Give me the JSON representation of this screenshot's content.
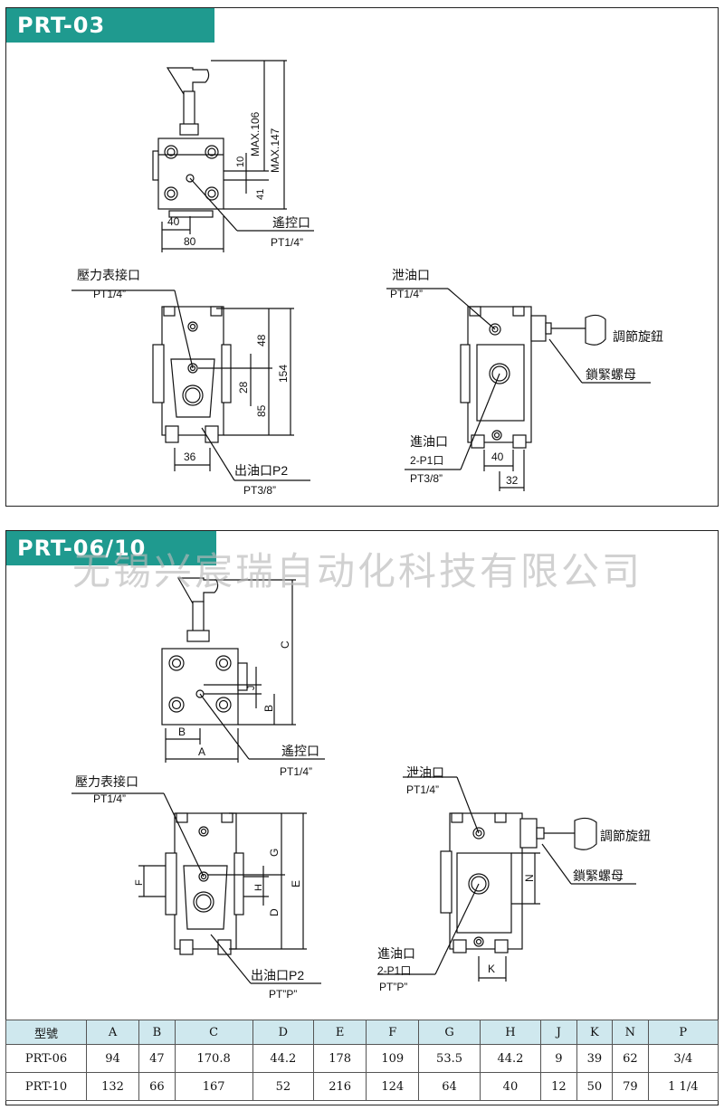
{
  "panel1": {
    "title": "PRT-03",
    "top_view": {
      "dims": [
        "MAX.106",
        "MAX.147",
        "10",
        "41",
        "40",
        "80"
      ],
      "port_label": "遙控口",
      "port_spec": "PT1/4”"
    },
    "front_view": {
      "gauge_label": "壓力表接口",
      "gauge_spec": "PT1/4”",
      "dims": [
        "48",
        "154",
        "28",
        "85",
        "36"
      ],
      "out_label": "出油口P2",
      "out_spec": "PT3/8”"
    },
    "side_view": {
      "drain_label": "泄油口",
      "drain_spec": "PT1/4”",
      "knob_label": "調節旋鈕",
      "nut_label": "鎖緊螺母",
      "in_label": "進油口",
      "in_port": "2-P1口",
      "in_spec": "PT3/8”",
      "dims": [
        "40",
        "32"
      ]
    }
  },
  "panel2": {
    "title": "PRT-06/10",
    "watermark": "无锡兴宸瑞自动化科技有限公司",
    "top_view": {
      "dims": [
        "C",
        "J",
        "B",
        "B",
        "A"
      ],
      "port_label": "遙控口",
      "port_spec": "PT1/4”"
    },
    "front_view": {
      "gauge_label": "壓力表接口",
      "gauge_spec": "PT1/4”",
      "dims": [
        "G",
        "E",
        "H",
        "D",
        "F"
      ],
      "out_label": "出油口P2",
      "out_spec": "PT”P”"
    },
    "side_view": {
      "drain_label": "泄油口",
      "drain_spec": "PT1/4”",
      "knob_label": "調節旋鈕",
      "nut_label": "鎖緊螺母",
      "in_label": "進油口",
      "in_port": "2-P1口",
      "in_spec": "PT”P”",
      "dims": [
        "N",
        "K"
      ]
    }
  },
  "table": {
    "headers": [
      "型號",
      "A",
      "B",
      "C",
      "D",
      "E",
      "F",
      "G",
      "H",
      "J",
      "K",
      "N",
      "P"
    ],
    "rows": [
      [
        "PRT-06",
        "94",
        "47",
        "170.8",
        "44.2",
        "178",
        "109",
        "53.5",
        "44.2",
        "9",
        "39",
        "62",
        "3/4"
      ],
      [
        "PRT-10",
        "132",
        "66",
        "167",
        "52",
        "216",
        "124",
        "64",
        "40",
        "12",
        "50",
        "79",
        "1 1/4"
      ]
    ]
  },
  "colors": {
    "tag_bg": "#1f9a8f",
    "table_header_bg": "#cfe8ee"
  }
}
